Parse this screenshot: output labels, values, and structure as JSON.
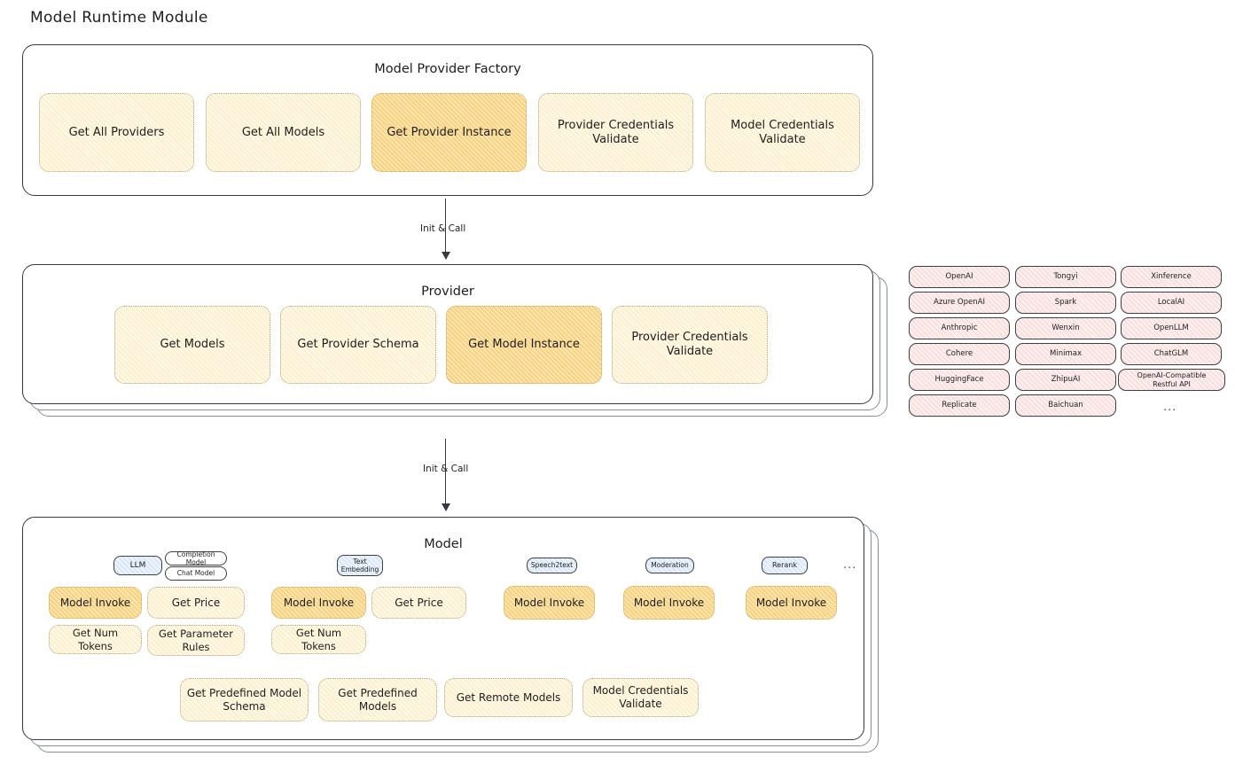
{
  "page": {
    "title": "Model Runtime Module"
  },
  "factory": {
    "title": "Model Provider Factory",
    "boxes": [
      {
        "label": "Get All Providers",
        "style": "cream"
      },
      {
        "label": "Get All Models",
        "style": "cream"
      },
      {
        "label": "Get Provider Instance",
        "style": "amber"
      },
      {
        "label": "Provider Credentials Validate",
        "style": "cream"
      },
      {
        "label": "Model Credentials Validate",
        "style": "cream"
      }
    ]
  },
  "arrow_factory_to_provider": {
    "label": "Init & Call"
  },
  "provider": {
    "title": "Provider",
    "boxes": [
      {
        "label": "Get Models",
        "style": "cream"
      },
      {
        "label": "Get Provider Schema",
        "style": "cream"
      },
      {
        "label": "Get Model Instance",
        "style": "amber"
      },
      {
        "label": "Provider Credentials Validate",
        "style": "cream"
      }
    ]
  },
  "provider_list": {
    "columns": [
      [
        "OpenAI",
        "Azure OpenAI",
        "Anthropic",
        "Cohere",
        "HuggingFace",
        "Replicate"
      ],
      [
        "Tongyi",
        "Spark",
        "Wenxin",
        "Minimax",
        "ZhipuAI",
        "Baichuan"
      ],
      [
        "Xinference",
        "LocalAI",
        "OpenLLM",
        "ChatGLM",
        "OpenAI-Compatible Restful API"
      ]
    ],
    "more": "..."
  },
  "arrow_provider_to_model": {
    "label": "Init & Call"
  },
  "model": {
    "title": "Model",
    "more": "...",
    "types": [
      {
        "tag": "LLM",
        "subtags": [
          "Completion Model",
          "Chat Model"
        ],
        "methods": [
          {
            "label": "Model Invoke",
            "style": "amber"
          },
          {
            "label": "Get Price",
            "style": "cream"
          },
          {
            "label": "Get Num Tokens",
            "style": "cream"
          },
          {
            "label": "Get Parameter Rules",
            "style": "cream"
          }
        ]
      },
      {
        "tag": "Text Embedding",
        "subtags": [],
        "methods": [
          {
            "label": "Model Invoke",
            "style": "amber"
          },
          {
            "label": "Get Price",
            "style": "cream"
          },
          {
            "label": "Get Num Tokens",
            "style": "cream"
          }
        ]
      },
      {
        "tag": "Speech2text",
        "subtags": [],
        "methods": [
          {
            "label": "Model Invoke",
            "style": "amber"
          }
        ]
      },
      {
        "tag": "Moderation",
        "subtags": [],
        "methods": [
          {
            "label": "Model Invoke",
            "style": "amber"
          }
        ]
      },
      {
        "tag": "Rerank",
        "subtags": [],
        "methods": [
          {
            "label": "Model Invoke",
            "style": "amber"
          }
        ]
      }
    ],
    "common_methods": [
      {
        "label": "Get Predefined Model Schema",
        "style": "cream"
      },
      {
        "label": "Get Predefined Models",
        "style": "cream"
      },
      {
        "label": "Get Remote Models",
        "style": "cream"
      },
      {
        "label": "Model Credentials Validate",
        "style": "cream"
      }
    ]
  },
  "colors": {
    "amber_fill": "#fbe3ab",
    "cream_fill": "#fdf7e3",
    "pink_fill": "#fdeeee",
    "blue_fill": "#eaf2fb",
    "stroke": "#343a40",
    "text": "#1e1e1e"
  }
}
